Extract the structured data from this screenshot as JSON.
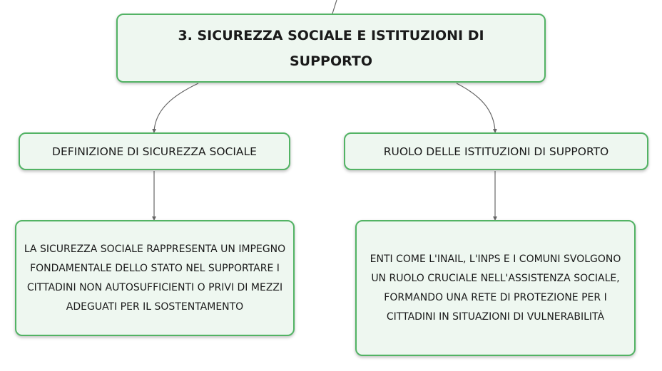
{
  "colors": {
    "node_fill": "#eef7f0",
    "node_border": "#52b364",
    "connector": "#666666"
  },
  "root": {
    "title": "3. SICUREZZA SOCIALE E ISTITUZIONI DI SUPPORTO"
  },
  "branches": [
    {
      "label": "DEFINIZIONE DI SICUREZZA SOCIALE",
      "detail": "LA SICUREZZA SOCIALE RAPPRESENTA UN IMPEGNO FONDAMENTALE DELLO STATO NEL SUPPORTARE I CITTADINI NON AUTOSUFFICIENTI O PRIVI DI MEZZI ADEGUATI PER IL SOSTENTAMENTO"
    },
    {
      "label": "RUOLO DELLE ISTITUZIONI DI SUPPORTO",
      "detail": "ENTI COME L'INAIL, L'INPS E I COMUNI SVOLGONO UN RUOLO CRUCIALE NELL'ASSISTENZA SOCIALE, FORMANDO UNA RETE DI PROTEZIONE PER I CITTADINI IN SITUAZIONI DI VULNERABILITÀ"
    }
  ]
}
